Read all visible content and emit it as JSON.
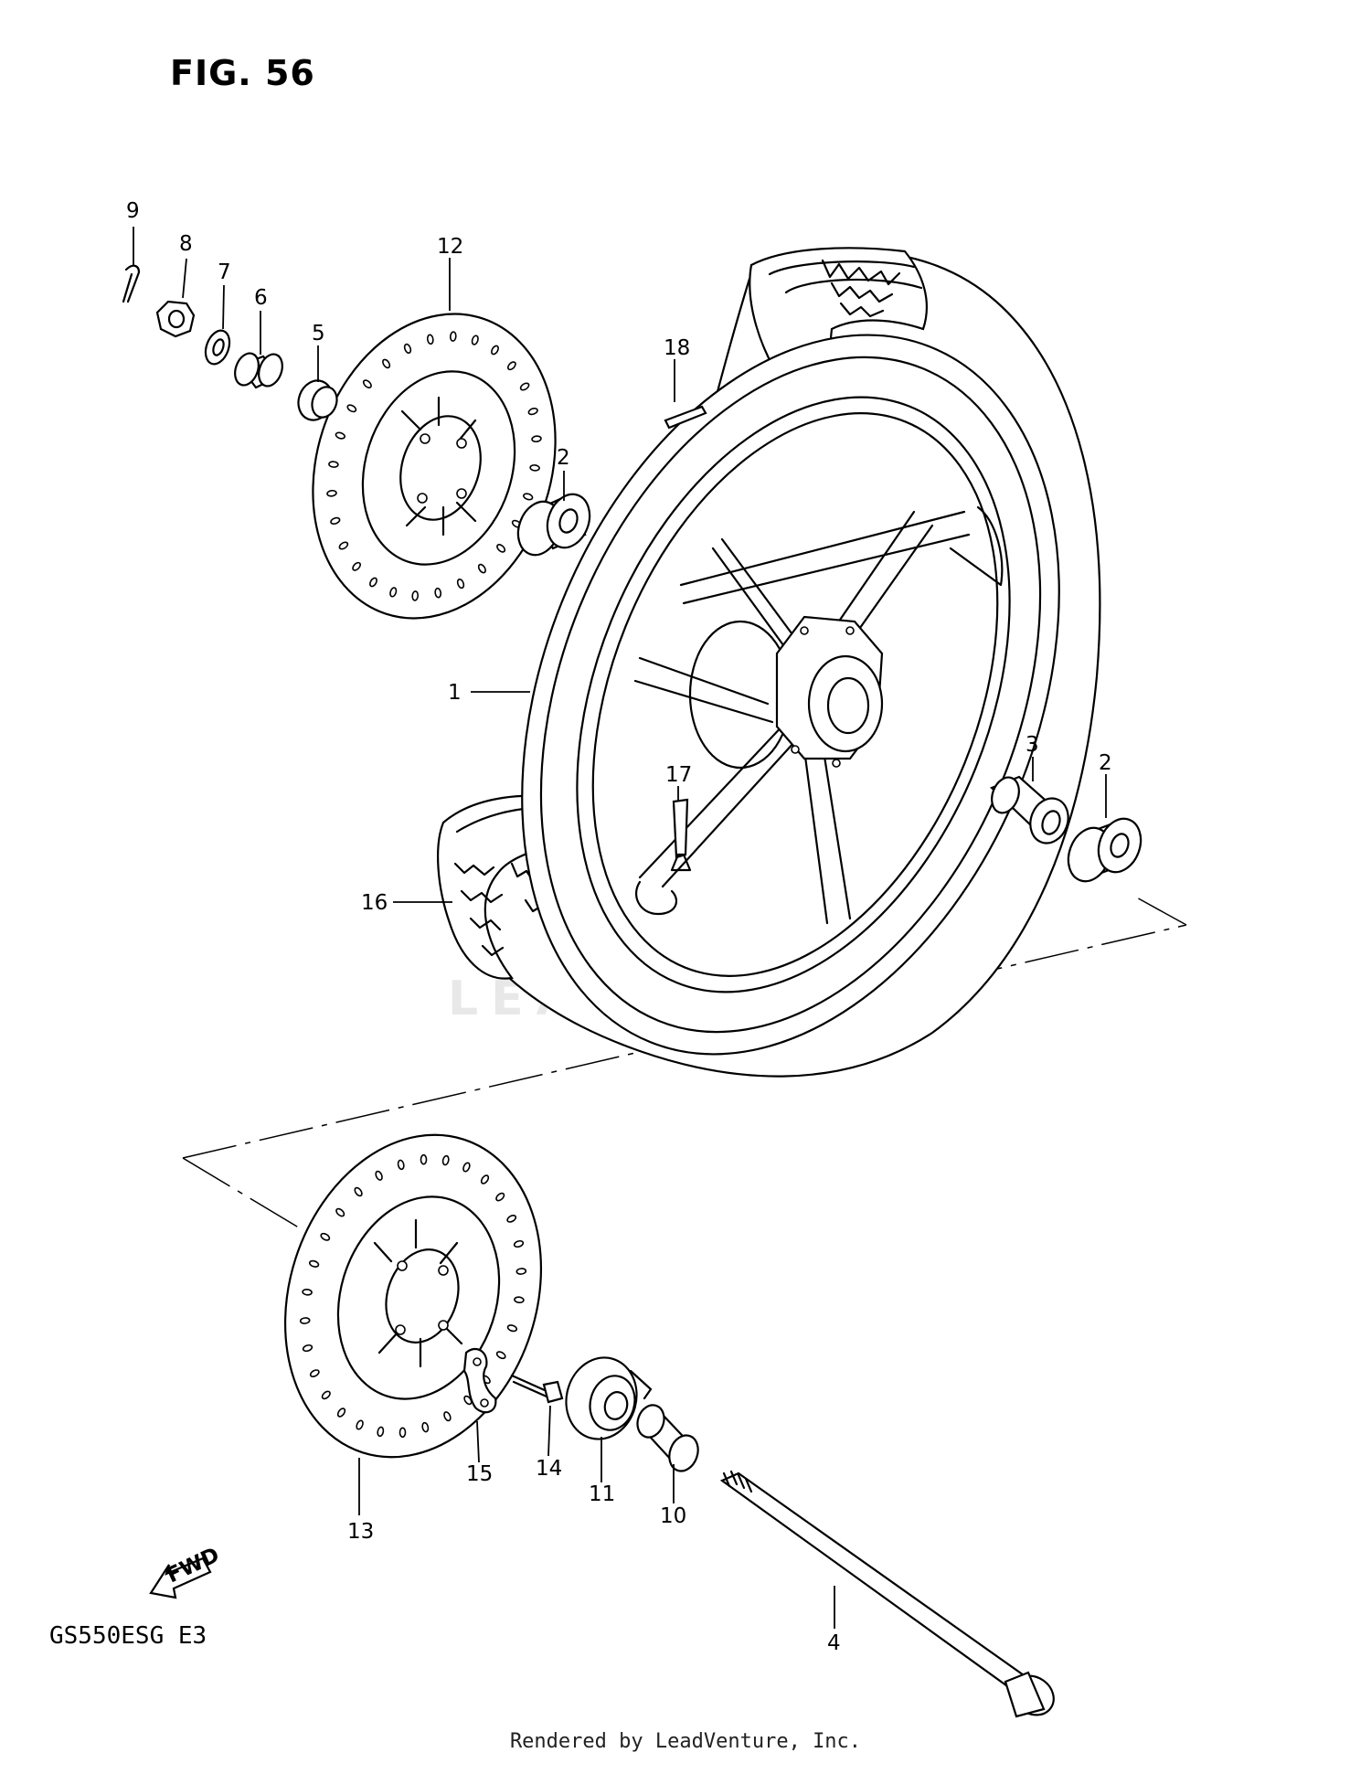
{
  "figure": {
    "title": "FIG. 56"
  },
  "model_code": "GS550ESG E3",
  "footer": "Rendered by LeadVenture, Inc.",
  "watermark": "LEADVENTURE",
  "fwd_label": "FWD",
  "callouts": [
    {
      "id": "label-9",
      "text": "9"
    },
    {
      "id": "label-8",
      "text": "8"
    },
    {
      "id": "label-7",
      "text": "7"
    },
    {
      "id": "label-6",
      "text": "6"
    },
    {
      "id": "label-5",
      "text": "5"
    },
    {
      "id": "label-12",
      "text": "12"
    },
    {
      "id": "label-18",
      "text": "18"
    },
    {
      "id": "label-2a",
      "text": "2"
    },
    {
      "id": "label-1",
      "text": "1"
    },
    {
      "id": "label-17",
      "text": "17"
    },
    {
      "id": "label-3",
      "text": "3"
    },
    {
      "id": "label-2b",
      "text": "2"
    },
    {
      "id": "label-16",
      "text": "16"
    },
    {
      "id": "label-15",
      "text": "15"
    },
    {
      "id": "label-14",
      "text": "14"
    },
    {
      "id": "label-11",
      "text": "11"
    },
    {
      "id": "label-10",
      "text": "10"
    },
    {
      "id": "label-13",
      "text": "13"
    },
    {
      "id": "label-4",
      "text": "4"
    }
  ]
}
